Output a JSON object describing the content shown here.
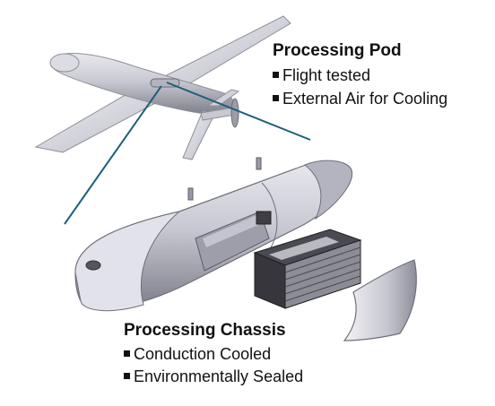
{
  "pod": {
    "title": "Processing Pod",
    "bullets": [
      "Flight tested",
      "External Air for Cooling"
    ]
  },
  "chassis": {
    "title": "Processing Chassis",
    "bullets": [
      "Conduction Cooled",
      "Environmentally Sealed"
    ]
  },
  "colors": {
    "callout_line": "#1f5f7a",
    "body_light": "#d6d6e0",
    "body_dark": "#8a8a96",
    "chassis_dark": "#3b3b40"
  }
}
